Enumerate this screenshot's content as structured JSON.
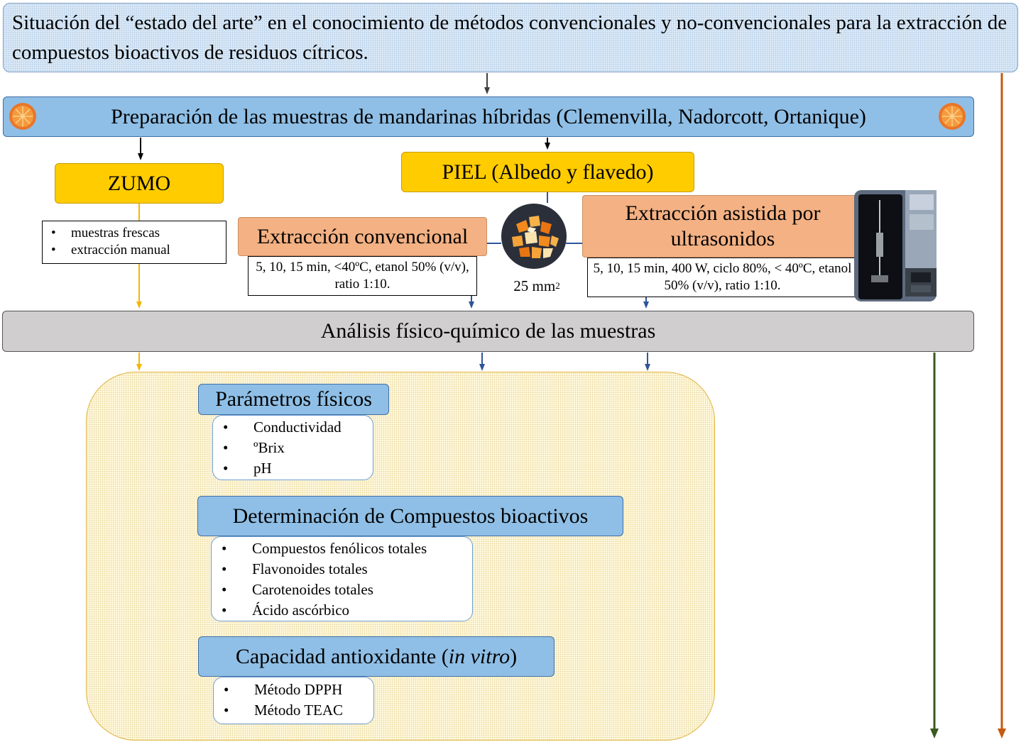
{
  "title": "Situación del “estado del arte” en el conocimiento de métodos convencionales y no-convencionales para la extracción de compuestos bioactivos de residuos cítricos.",
  "preparation": "Preparación de las muestras de mandarinas híbridas (Clemenvilla, Nadorcott, Ortanique)",
  "juice": {
    "label": "ZUMO",
    "notes": [
      "muestras frescas",
      "extracción manual"
    ]
  },
  "peel": {
    "label": "PIEL (Albedo y flavedo)",
    "size": "25 mm",
    "size_exp": "2"
  },
  "conventional": {
    "label": "Extracción convencional",
    "conditions": "5, 10, 15 min, <40ºC, etanol 50% (v/v), ratio 1:10."
  },
  "ultrasound": {
    "label": "Extracción asistida por ultrasonidos",
    "conditions": "5, 10, 15 min, 400 W, ciclo 80%, < 40ºC, etanol 50% (v/v), ratio 1:10."
  },
  "analysis": "Análisis físico-químico de las muestras",
  "physical": {
    "title": "Parámetros físicos",
    "items": [
      "Conductividad",
      "ºBrix",
      "pH"
    ]
  },
  "bioactive": {
    "title": "Determinación de Compuestos bioactivos",
    "items": [
      "Compuestos fenólicos totales",
      "Flavonoides totales",
      "Carotenoides totales",
      "Ácido ascórbico"
    ]
  },
  "antioxidant": {
    "title_main": "Capacidad antioxidante (",
    "title_italic": "in vitro",
    "title_end": ")",
    "items": [
      "Método DPPH",
      "Método TEAC"
    ]
  },
  "colors": {
    "blue_box": "#8fbfe6",
    "yellow_box": "#ffcc00",
    "orange_box": "#f4b183",
    "gray_box": "#d0cece",
    "arrow_yellow": "#f2b800",
    "arrow_blue": "#2f5597",
    "arrow_green": "#3a5a1e",
    "arrow_orange": "#c55a11"
  }
}
